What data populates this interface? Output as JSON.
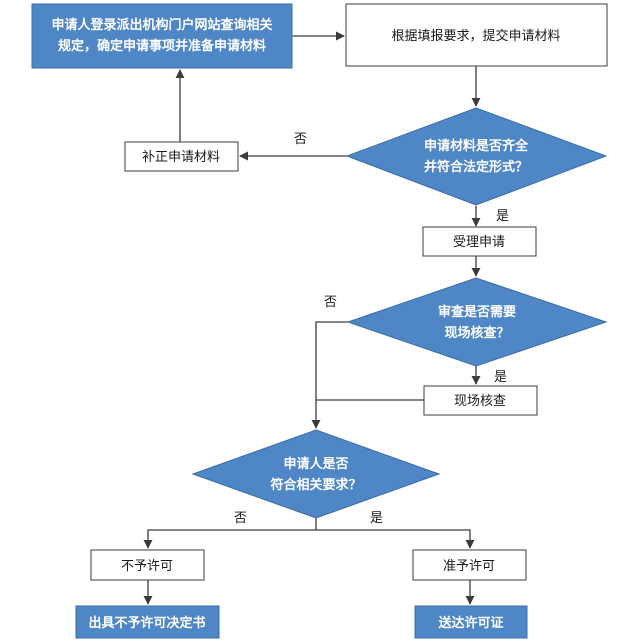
{
  "nodes": {
    "start": {
      "line1": "申请人登录派出机构门户网站查询相关",
      "line2": "规定，确定申请事项并准备申请材料"
    },
    "submit": {
      "text": "根据填报要求，提交申请材料"
    },
    "complete_check": {
      "line1": "申请材料是否齐全",
      "line2": "并符合法定形式？"
    },
    "supplement": {
      "text": "补正申请材料"
    },
    "accept": {
      "text": "受理申请"
    },
    "site_check_needed": {
      "line1": "审查是否需要",
      "line2": "现场核查？"
    },
    "site_check": {
      "text": "现场核查"
    },
    "requirements_check": {
      "line1": "申请人是否",
      "line2": "符合相关要求？"
    },
    "deny": {
      "text": "不予许可"
    },
    "approve": {
      "text": "准予许可"
    },
    "deny_decision": {
      "text": "出具不予许可决定书"
    },
    "issue_license": {
      "text": "送达许可证"
    }
  },
  "edge_labels": {
    "no_1": "否",
    "yes_1": "是",
    "no_2": "否",
    "yes_2": "是",
    "no_3": "否",
    "yes_3": "是"
  },
  "colors": {
    "blue_fill": "#4f86c6",
    "blue_stroke": "#3a6ea5",
    "line": "#3c3c3c"
  }
}
